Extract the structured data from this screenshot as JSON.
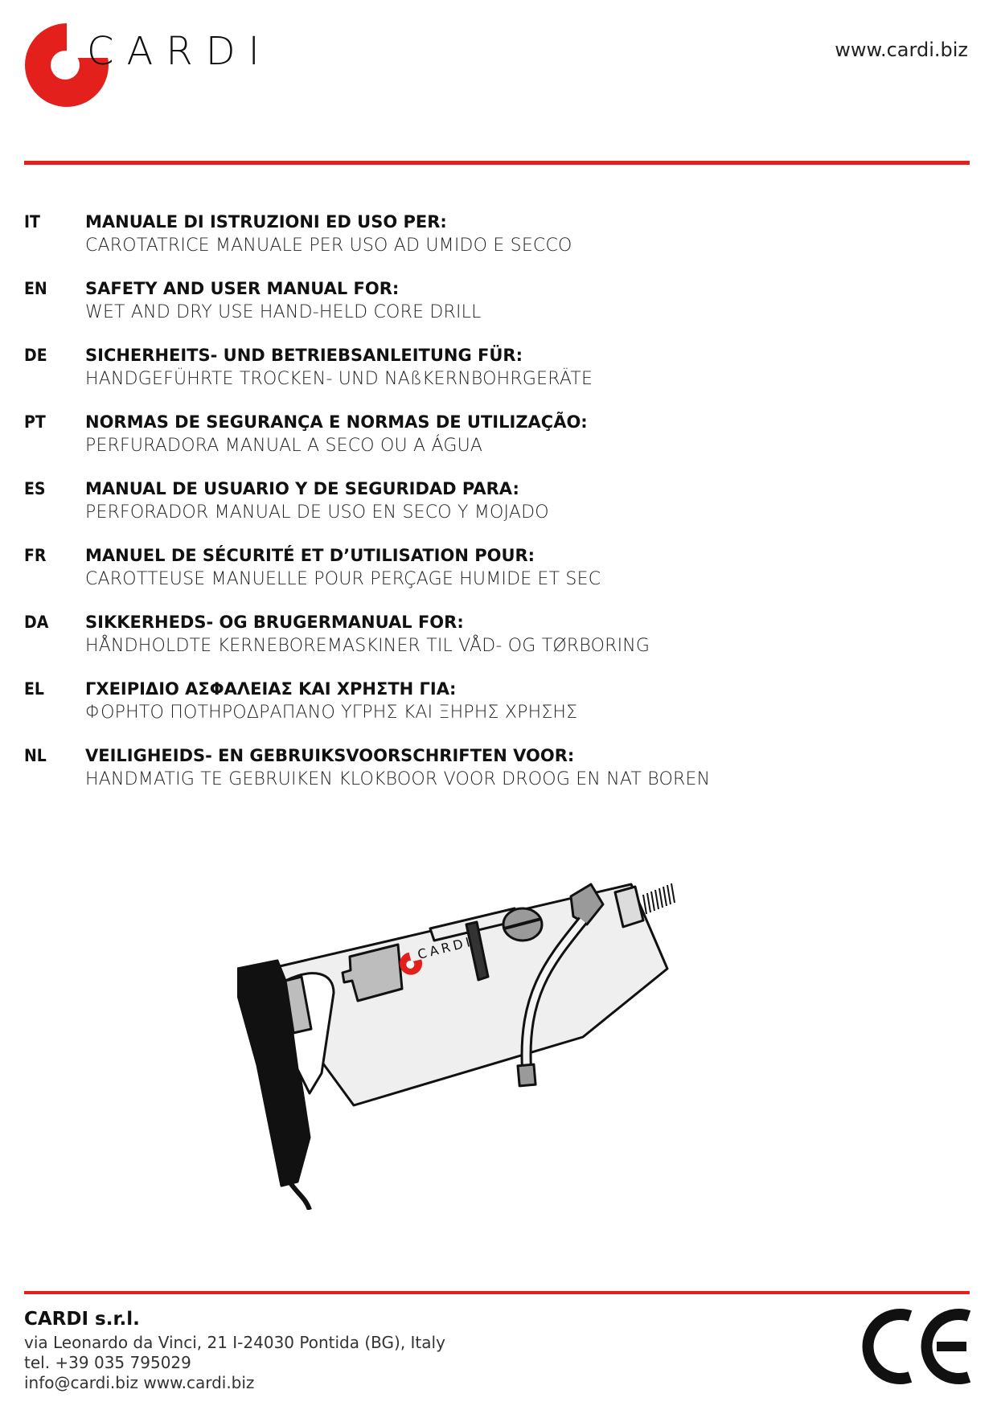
{
  "header": {
    "brand": "CARDI",
    "website": "www.cardi.biz",
    "brand_color": "#e3201b"
  },
  "languages": [
    {
      "code": "IT",
      "title": "MANUALE DI ISTRUZIONI ED USO PER:",
      "subtitle": "CAROTATRICE MANUALE PER USO AD UMIDO E SECCO"
    },
    {
      "code": "EN",
      "title": "SAFETY AND USER MANUAL FOR:",
      "subtitle": "WET AND DRY USE HAND-HELD CORE DRILL"
    },
    {
      "code": "DE",
      "title": "SICHERHEITS- UND BETRIEBSANLEITUNG FÜR:",
      "subtitle": "HANDGEFÜHRTE TROCKEN- UND NAßKERNBOHRGERÄTE"
    },
    {
      "code": "PT",
      "title": "NORMAS DE SEGURANÇA E NORMAS DE UTILIZAÇÃO:",
      "subtitle": "PERFURADORA MANUAL A SECO OU A ÁGUA"
    },
    {
      "code": "ES",
      "title": "MANUAL DE USUARIO Y DE SEGURIDAD PARA:",
      "subtitle": "PERFORADOR MANUAL DE USO EN SECO Y MOJADO"
    },
    {
      "code": "FR",
      "title": "MANUEL DE SÉCURITÉ ET D’UTILISATION POUR:",
      "subtitle": "CAROTTEUSE MANUELLE POUR PERÇAGE HUMIDE ET SEC"
    },
    {
      "code": "DA",
      "title": "SIKKERHEDS- OG BRUGERMANUAL FOR:",
      "subtitle": "HÅNDHOLDTE KERNEBOREMASKINER TIL VÅD- OG TØRBORING"
    },
    {
      "code": "EL",
      "title": "ΓΧΕΙΡΙΔΙΟ ΑΣΦΑΛΕΙΑΣ ΚΑΙ ΧΡΗΣΤΗ ΓΙΑ:",
      "subtitle": "ΦΟΡΗΤΟ ΠΟΤΗΡΟΔΡΑΠΑΝΟ ΥΓΡΗΣ ΚΑΙ ΞΗΡΗΣ ΧΡΗΣΗΣ"
    },
    {
      "code": "NL",
      "title": "VEILIGHEIDS- EN GEBRUIKSVOORSCHRIFTEN VOOR:",
      "subtitle": "HANDMATIG TE GEBRUIKEN KLOKBOOR VOOR DROOG EN NAT BOREN"
    }
  ],
  "illustration": {
    "brand": "CARDI"
  },
  "footer": {
    "company": "CARDI s.r.l.",
    "address": "via Leonardo da Vinci, 21 I-24030 Pontida (BG), Italy",
    "phone": "tel.  +39 035 795029",
    "contact": "info@cardi.biz  www.cardi.biz",
    "certification": "CE"
  }
}
